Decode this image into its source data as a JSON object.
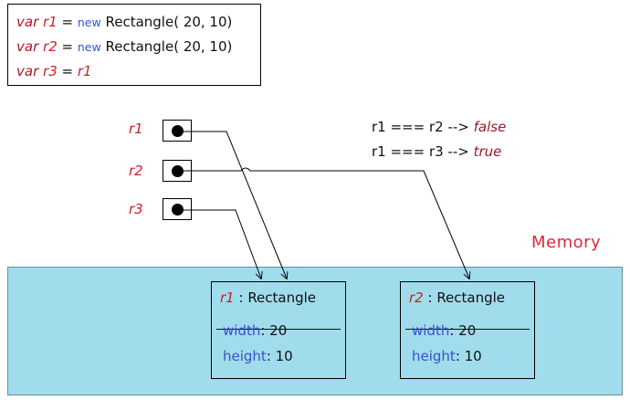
{
  "code": {
    "lines": [
      {
        "kw": "var",
        "name": "r1",
        "eq": " = ",
        "new": "new",
        "rest": " Rectangle( 20, 10)"
      },
      {
        "kw": "var",
        "name": "r2",
        "eq": " = ",
        "new": "new",
        "rest": " Rectangle( 20, 10)"
      },
      {
        "kw": "var",
        "name": "r3",
        "eq": " = ",
        "target": "r1"
      }
    ]
  },
  "references": [
    {
      "label": "r1"
    },
    {
      "label": "r2"
    },
    {
      "label": "r3"
    }
  ],
  "comparisons": [
    {
      "expr": "r1 === r2 -->",
      "result": "false"
    },
    {
      "expr": "r1 === r3 -->",
      "result": "true"
    }
  ],
  "memory": {
    "title": "Memory",
    "objects": [
      {
        "name": "r1",
        "sep": " : ",
        "type": "Rectangle",
        "props": [
          {
            "key": "width",
            "value": ": 20"
          },
          {
            "key": "height",
            "value": ": 10"
          }
        ]
      },
      {
        "name": "r2",
        "sep": " : ",
        "type": "Rectangle",
        "props": [
          {
            "key": "width",
            "value": ": 20"
          },
          {
            "key": "height",
            "value": ": 10"
          }
        ]
      }
    ]
  },
  "colors": {
    "memory_fill": "#a0dcec",
    "identifier_red": "#d0202a",
    "keyword_blue": "#2f57d6",
    "property_blue": "#3a4fd0"
  }
}
